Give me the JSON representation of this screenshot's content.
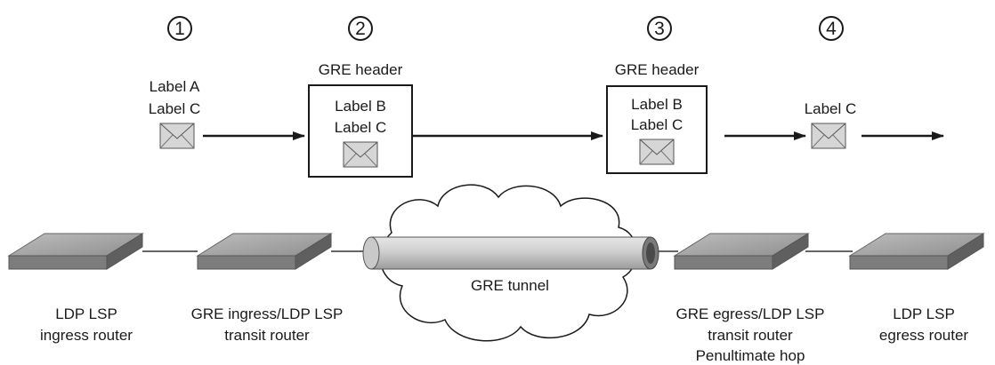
{
  "steps": [
    "1",
    "2",
    "3",
    "4"
  ],
  "packets": {
    "p1": {
      "labels": [
        "Label A",
        "Label C"
      ]
    },
    "p2": {
      "header": "GRE header",
      "labels": [
        "Label B",
        "Label C"
      ]
    },
    "p3": {
      "header": "GRE header",
      "labels": [
        "Label B",
        "Label C"
      ]
    },
    "p4": {
      "labels": [
        "Label C"
      ]
    }
  },
  "tunnel_label": "GRE tunnel",
  "routers": [
    {
      "lines": [
        "LDP LSP",
        "ingress router"
      ]
    },
    {
      "lines": [
        "GRE ingress/LDP LSP",
        "transit router"
      ]
    },
    {
      "lines": [
        "GRE egress/LDP LSP",
        "transit router",
        "Penultimate hop"
      ]
    },
    {
      "lines": [
        "LDP LSP",
        "egress router"
      ]
    }
  ]
}
